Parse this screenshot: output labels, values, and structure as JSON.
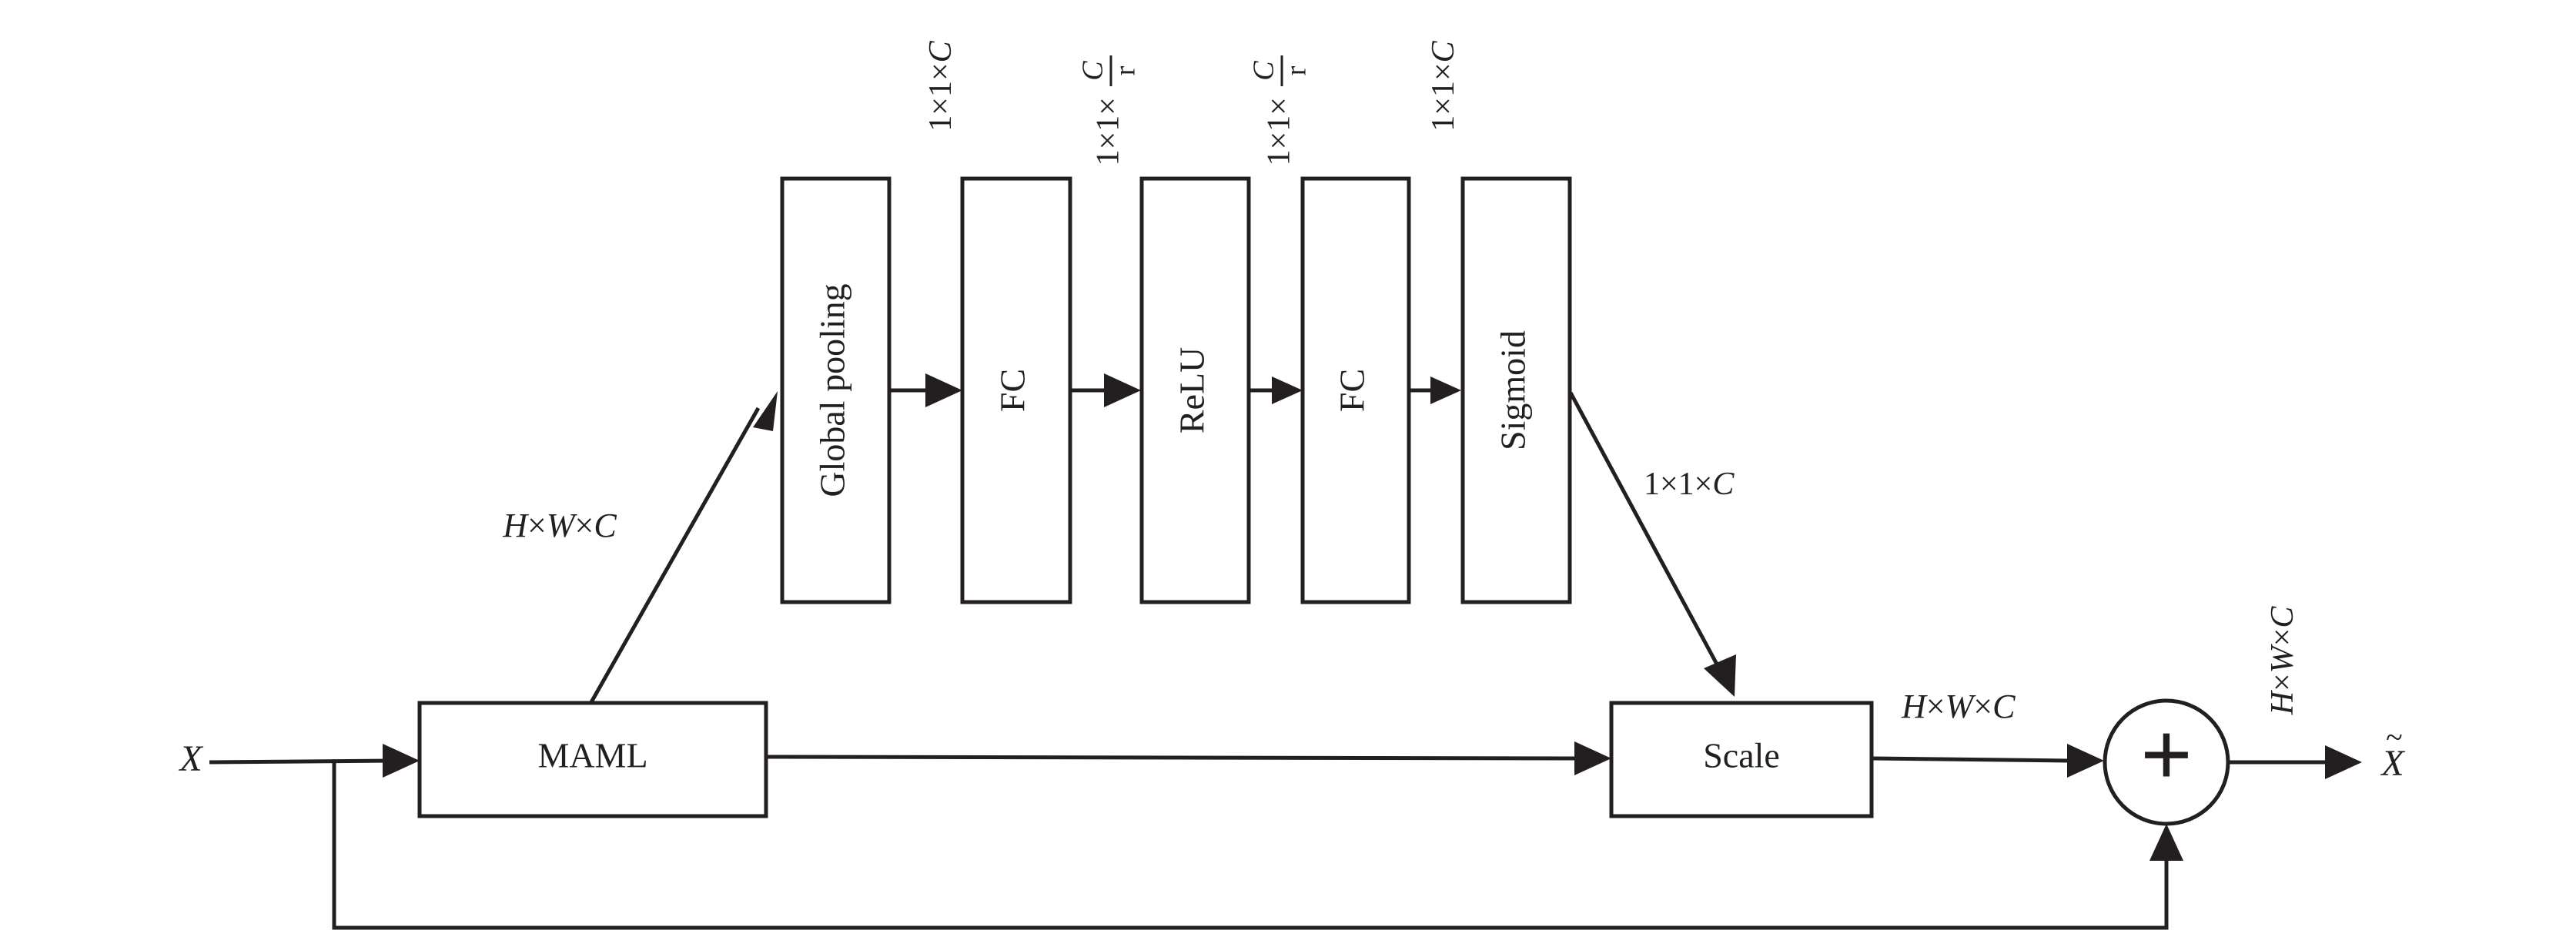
{
  "input": {
    "symbol": "X"
  },
  "output": {
    "symbol": "X",
    "accent": "~"
  },
  "blocks": {
    "maml": "MAML",
    "global_pooling": "Global pooling",
    "fc1": "FC",
    "relu": "ReLU",
    "fc2": "FC",
    "sigmoid": "Sigmoid",
    "scale": "Scale",
    "adder": "+"
  },
  "dims": {
    "maml_out": {
      "h": "H",
      "w": "W",
      "c": "C",
      "sep": "×"
    },
    "pool_out": {
      "prefix": "1×1×",
      "c": "C"
    },
    "fc1_out": {
      "prefix": "1×1×",
      "num": "C",
      "den": "r"
    },
    "relu_out": {
      "prefix": "1×1×",
      "num": "C",
      "den": "r"
    },
    "fc2_out": {
      "prefix": "1×1×",
      "c": "C"
    },
    "sigmoid_out": {
      "prefix": "1×1×",
      "c": "C"
    },
    "scale_out": {
      "h": "H",
      "w": "W",
      "c": "C",
      "sep": "×"
    },
    "sum_out": {
      "h": "H",
      "w": "W",
      "c": "C",
      "sep": "×"
    }
  }
}
